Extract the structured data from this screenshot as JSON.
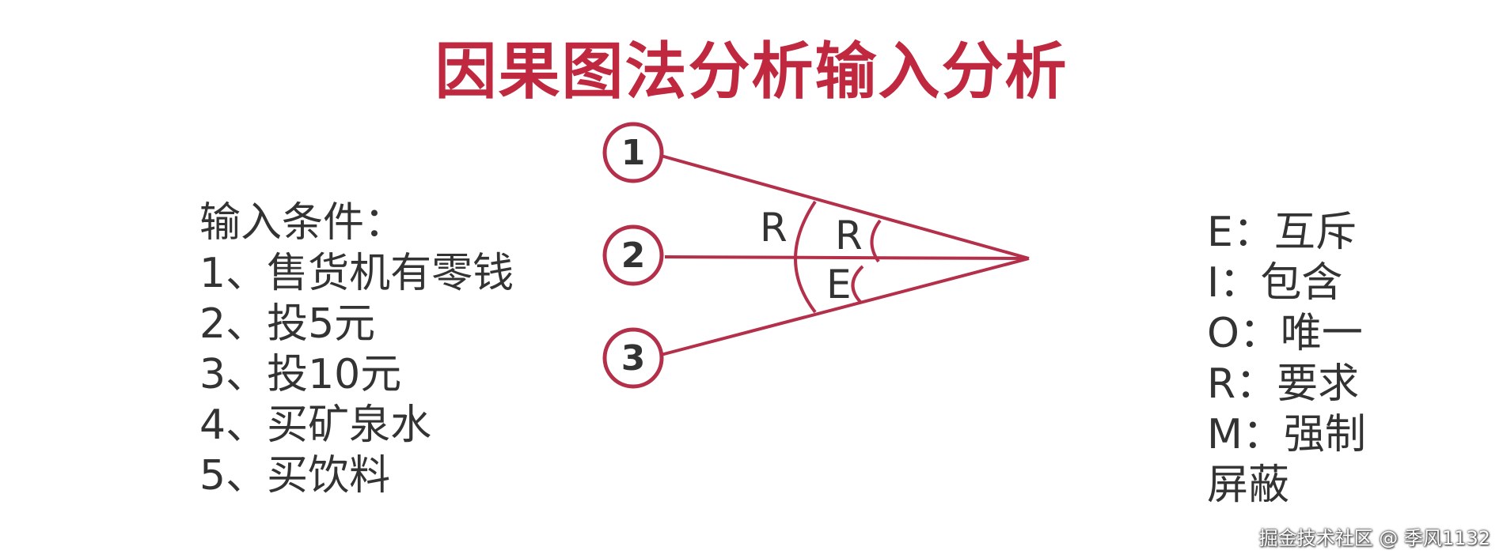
{
  "title": "因果图法分析输入分析",
  "input_conditions": {
    "heading": "输入条件：",
    "items": [
      "1、售货机有零钱",
      "2、投5元",
      "3、投10元",
      "4、买矿泉水",
      "5、买饮料"
    ]
  },
  "diagram": {
    "nodes": [
      "1",
      "2",
      "3"
    ],
    "relations": [
      "R",
      "R",
      "E"
    ],
    "colors": {
      "accent": "#b4304a",
      "text": "#333333"
    }
  },
  "legend": {
    "items": [
      "E：互斥",
      "I：包含",
      "O：唯一",
      "R：要求",
      "M：强制",
      "屏蔽"
    ]
  },
  "watermark": "掘金技术社区 @ 季风1132"
}
